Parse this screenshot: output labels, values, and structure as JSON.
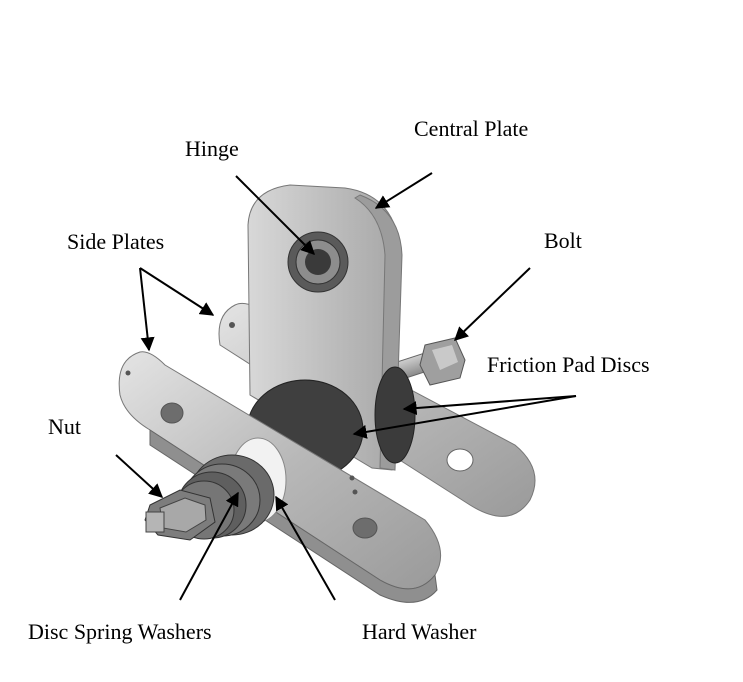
{
  "labels": {
    "central_plate": "Central Plate",
    "hinge": "Hinge",
    "side_plates": "Side Plates",
    "bolt": "Bolt",
    "friction_pad_discs": "Friction Pad Discs",
    "nut": "Nut",
    "disc_spring_washers": "Disc Spring Washers",
    "hard_washer": "Hard Washer"
  },
  "colors": {
    "text": "#000000",
    "arrow": "#000000",
    "background": "#ffffff"
  }
}
